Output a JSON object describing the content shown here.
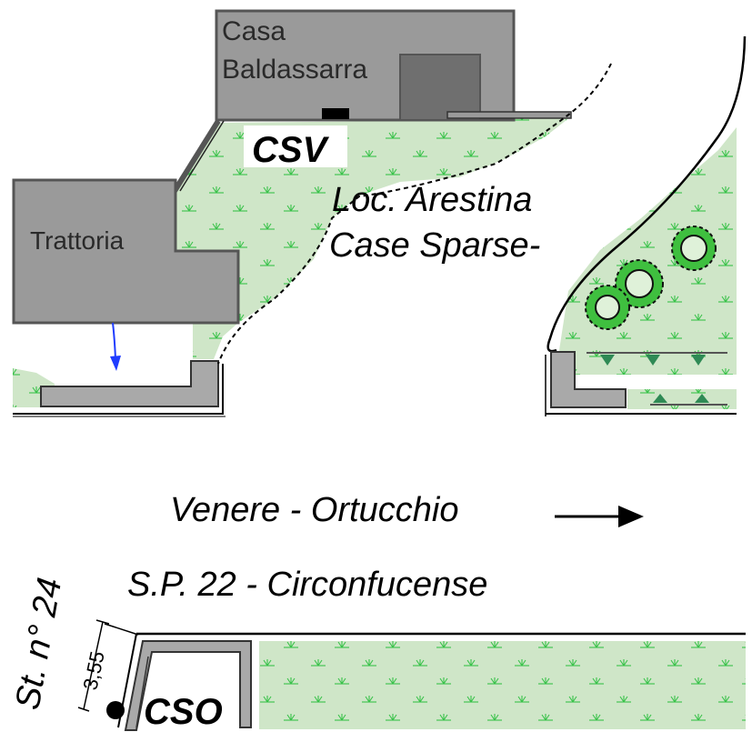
{
  "buildings": {
    "casa_line1": "Casa",
    "casa_line2": "Baldassarra",
    "trattoria": "Trattoria"
  },
  "codes": {
    "csv": "CSV",
    "cso": "CSO"
  },
  "locality": {
    "line1": "Loc. Arestina",
    "line2": "Case Sparse-"
  },
  "road": {
    "direction": "Venere - Ortucchio",
    "name": "S.P. 22 - Circonfucense"
  },
  "station": {
    "label": "St. n° 24",
    "distance": "3,55"
  },
  "colors": {
    "grass": "#cfe6c8",
    "grass_mark": "#39c24a",
    "building_dark": "#6f6f6f",
    "building_light": "#9a9a9a",
    "wall": "#a9a9a9",
    "tree_fill": "#3fbf3f",
    "arrow_blue": "#1f3cff"
  }
}
